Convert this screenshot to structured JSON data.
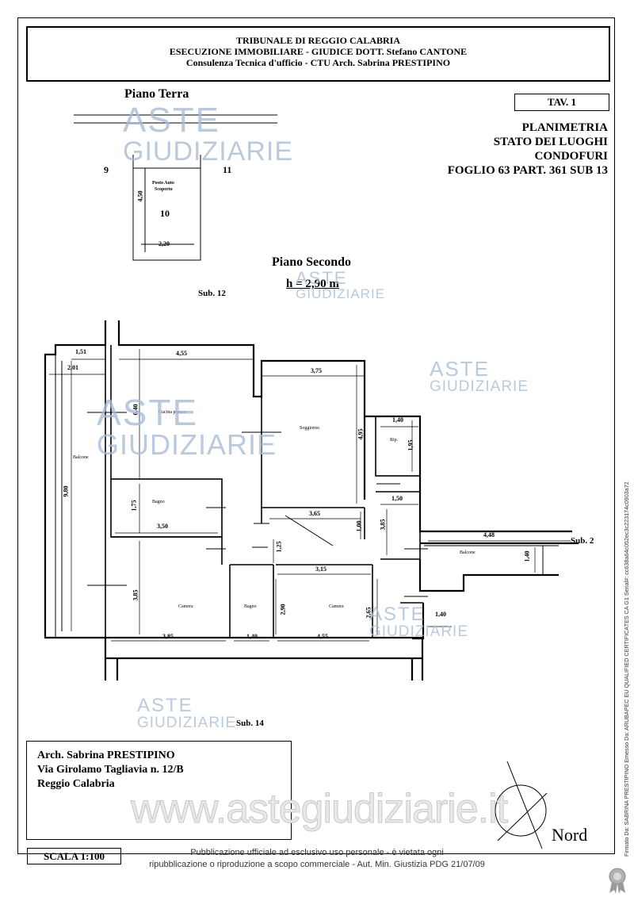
{
  "header": {
    "line1": "TRIBUNALE DI REGGIO CALABRIA",
    "line2": "ESECUZIONE IMMOBILIARE  - GIUDICE DOTT. Stefano CANTONE",
    "line3": "Consulenza Tecnica d'ufficio - CTU Arch. Sabrina PRESTIPINO"
  },
  "tav": "TAV. 1",
  "title": {
    "line1": "PLANIMETRIA",
    "line2": "STATO DEI LUOGHI",
    "line3": "CONDOFURI",
    "line4": "FOGLIO 63 PART. 361 SUB 13"
  },
  "piano_terra": {
    "heading": "Piano Terra",
    "lot_left": "9",
    "lot_right": "11",
    "lot_center": "10",
    "posto_auto_1": "Posto Auto",
    "posto_auto_2": "Scoperto",
    "dim_vertical": "4,50",
    "dim_horizontal": "2,20"
  },
  "piano_secondo": {
    "heading": "Piano Secondo",
    "height": "h = 2,90 m",
    "sub_top": "Sub. 12",
    "sub_right": "Sub. 2",
    "sub_bottom": "Sub. 14"
  },
  "rooms": {
    "cucina": "Cucina pranzo",
    "soggiorno": "Soggiorno",
    "balcone_left": "Balcone",
    "balcone_right": "Balcone",
    "rip": "Rip.",
    "bagno1": "Bagno",
    "bagno2": "Bagno",
    "camera1": "Camera",
    "camera2": "Camera"
  },
  "dimensions": {
    "d_151": "1,51",
    "d_201": "2,01",
    "d_455_top": "4,55",
    "d_375": "3,75",
    "d_640": "6,40",
    "d_980": "9,80",
    "d_495": "4,95",
    "d_140_rip": "1,40",
    "d_195": "1,95",
    "d_150": "1,50",
    "d_175": "1,75",
    "d_350": "3,50",
    "d_365": "3,65",
    "d_100": "1,00",
    "d_385_v": "3,85",
    "d_448": "4,48",
    "d_140_balc": "1,40",
    "d_125": "1,25",
    "d_315": "3,15",
    "d_385_left": "3,85",
    "d_290": "2,90",
    "d_265": "2,65",
    "d_140_right": "1,40",
    "d_385_bottom": "3,85",
    "d_140_bottom": "1,40",
    "d_455_bottom": "4,55"
  },
  "address": {
    "line1": "Arch. Sabrina PRESTIPINO",
    "line2": "Via Girolamo Tagliavia n. 12/B",
    "line3": "Reggio Calabria"
  },
  "scale": "SCALA 1:100",
  "north": "Nord",
  "watermark": {
    "aste": "ASTE",
    "giudiziarie": "GIUDIZIARIE",
    "website": "www.astegiudiziarie.it"
  },
  "publication": {
    "line1": "Pubblicazione ufficiale ad esclusivo uso personale - è vietata ogni",
    "line2": "ripubblicazione o riproduzione a scopo commerciale - Aut. Min. Giustizia PDG 21/07/09"
  },
  "signature_text": "Firmato Da: SABRINA PRESTIPINO Emesso Da: ARUBAPEC EU QUALIFIED CERTIFICATES CA G1 Serial#: cc638a64c052ec3c223174c0903a72",
  "colors": {
    "watermark": "#a9bdd6",
    "line": "#000000"
  }
}
